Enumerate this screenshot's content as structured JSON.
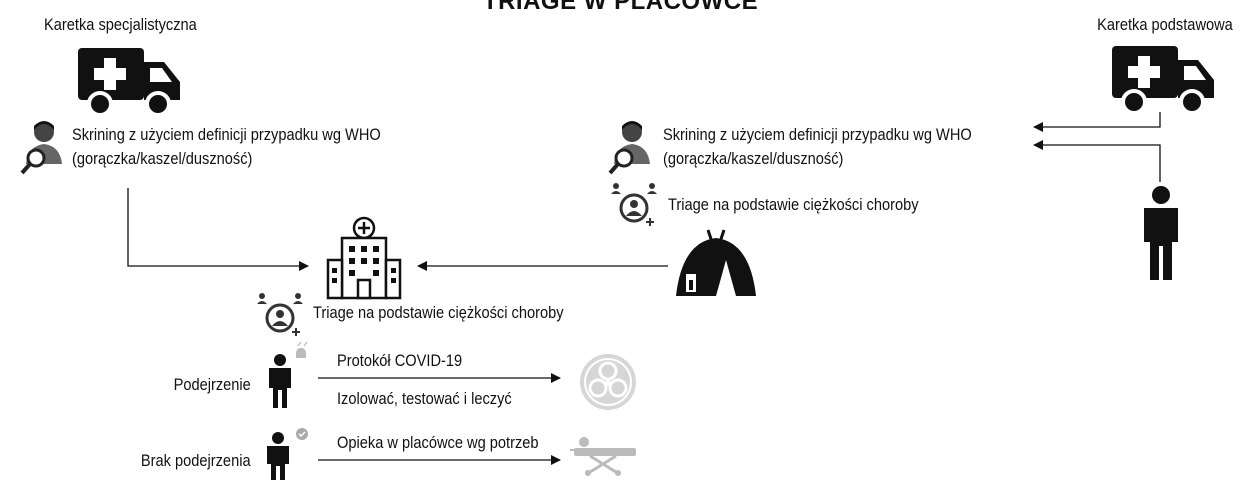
{
  "title": "TRIAGE W PLACÓWCE",
  "left_ambulance": {
    "label": "Karetka specjalistyczna",
    "icon": "ambulance-icon"
  },
  "right_ambulance": {
    "label": "Karetka podstawowa",
    "icon": "ambulance-icon"
  },
  "screening_left": {
    "line1": "Skrining z użyciem definicji przypadku wg WHO",
    "line2": "(gorączka/kaszel/duszność)",
    "icon": "doctor-magnifier-icon"
  },
  "screening_right": {
    "line1": "Skrining z użyciem definicji przypadku wg WHO",
    "line2": "(gorączka/kaszel/duszność)",
    "icon": "doctor-magnifier-icon"
  },
  "triage_right": {
    "label": "Triage na podstawie ciężkości choroby",
    "icon": "triage-group-icon"
  },
  "triage_center": {
    "label": "Triage na podstawie ciężkości choroby",
    "icon": "triage-group-icon"
  },
  "hospital": {
    "icon": "hospital-icon"
  },
  "tent": {
    "icon": "tent-icon"
  },
  "walk_in": {
    "icon": "person-icon"
  },
  "suspected": {
    "label": "Podejrzenie",
    "protocol": "Protokół COVID-19",
    "action": "Izolować, testować i leczyć",
    "icon": "biohazard-icon"
  },
  "not_suspected": {
    "label": "Brak podejrzenia",
    "action": "Opieka w placówce wg potrzeb",
    "icon": "stretcher-icon"
  },
  "colors": {
    "icon": "#111111",
    "faded": "#cfcfcf",
    "line": "#111111"
  }
}
